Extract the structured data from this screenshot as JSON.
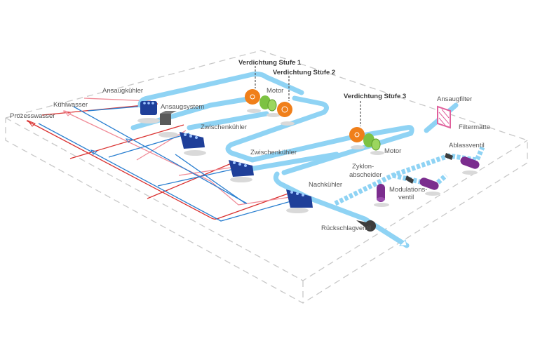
{
  "diagram": {
    "title": "Druckluft-Kompressor Prozessschema",
    "labels": {
      "prozesswasser": "Prozesswasser",
      "kuehlwasser": "Kühlwasser",
      "ansaugkuehler": "Ansaugkühler",
      "ansaugsystem": "Ansaugsystem",
      "verdichtung_stufe_1": "Verdichtung Stufe 1",
      "verdichtung_stufe_2": "Verdichtung Stufe 2",
      "verdichtung_stufe_3": "Verdichtung Stufe 3",
      "motor_1": "Motor",
      "motor_2": "Motor",
      "zwischenkuehler_1": "Zwischenkühler",
      "zwischenkuehler_2": "Zwischenkühler",
      "nachkuehler": "Nachkühler",
      "ansaugfilter": "Ansaugfilter",
      "filtermatte": "Filtermatte",
      "ablassventil": "Ablassventil",
      "zyklonabscheider_line1": "Zyklon-",
      "zyklonabscheider_line2": "abscheider",
      "modulationsventil_line1": "Modulations-",
      "modulationsventil_line2": "ventil",
      "rueckschlagventil": "Rückschlagventil"
    },
    "colors": {
      "air_line": "#8fd3f4",
      "process_water_supply": "#d9302f",
      "process_water_return": "#f08a96",
      "cooling_water": "#2a7fd0",
      "cooler_body": "#1f3f99",
      "compressor_stage": "#f07f1a",
      "motor": "#7cc242",
      "valve": "#7b2d8e",
      "check_valve": "#3c3c3c",
      "filter": "#e0609c",
      "platform_outline": "#c8c8c8"
    }
  }
}
